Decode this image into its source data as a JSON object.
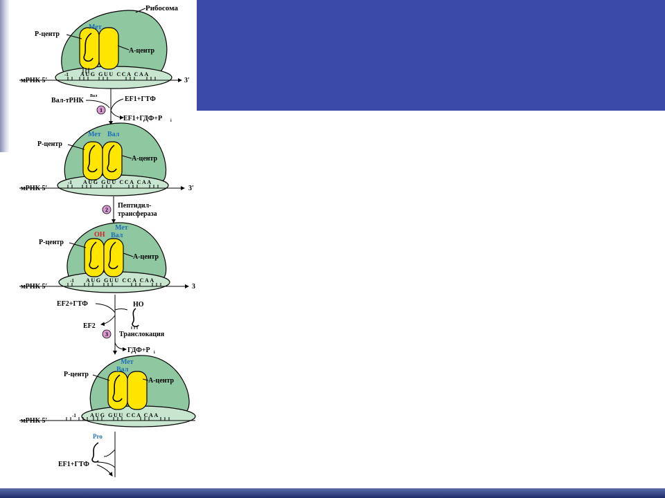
{
  "labels": {
    "ribosome": "Рибосома",
    "p_center": "Р-центр",
    "a_center": "А-центр",
    "mrna": "мРНК 5′",
    "end3": "3′",
    "end3_short": "3",
    "minus1": "-1",
    "codons": "AUG GUU CCA CAA",
    "codons_shifted": "AUG GUU CCA CAA",
    "met": "Мет",
    "val": "Вал",
    "oh": "OH",
    "ho": "HO",
    "pro": "Pro",
    "val_trna": "Вал-тРНК",
    "val_sup": "Вал",
    "ef1_gtp": "EF1+ГТФ",
    "ef1_gdp": "EF1+ГДФ+P",
    "ef2_gtp": "EF2+ГТФ",
    "ef2": "EF2",
    "gdp_p": "ГДФ+P",
    "sub_i": "i",
    "peptidyl1": "Пептидил-",
    "peptidyl2": "трансфераза",
    "translocation": "Транслокация",
    "step1": "1",
    "step2": "2",
    "step3": "3"
  },
  "colors": {
    "banner": "#3a4aa6",
    "ribosome": "#8fc7a0",
    "mrna_band": "#c8e6cf",
    "trna": "#ffe600",
    "blue_text": "#1f6fb8",
    "red_text": "#d8202a",
    "step_circle": "#d79ad0"
  }
}
